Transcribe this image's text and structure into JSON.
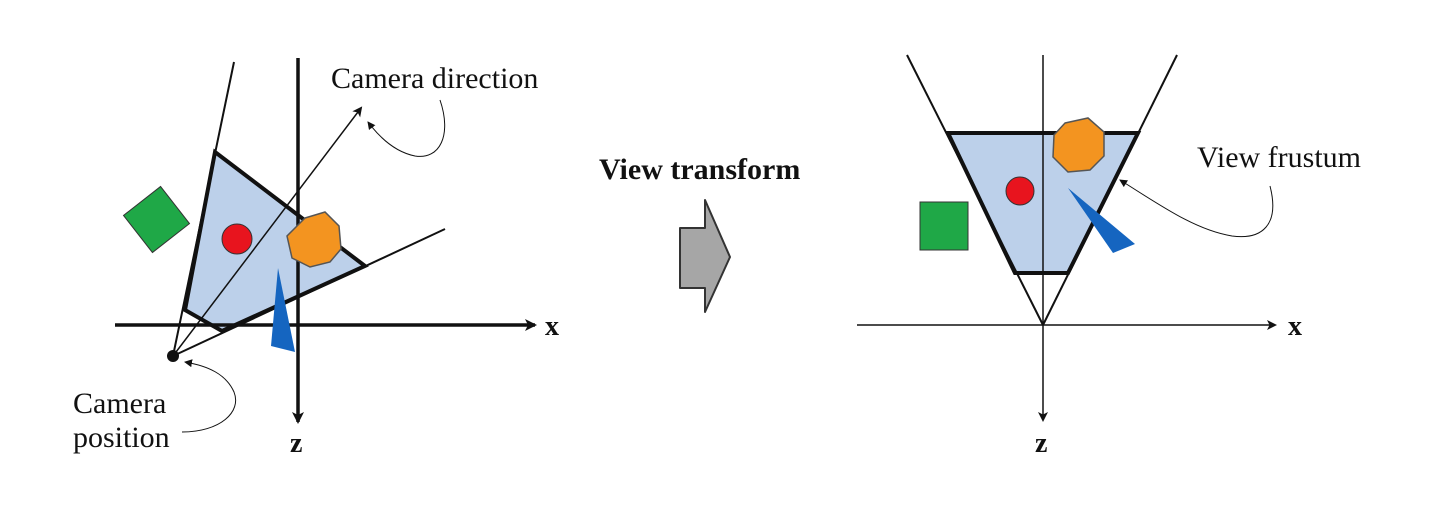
{
  "left_panel": {
    "camera_direction_label": "Camera direction",
    "camera_position_label_line1": "Camera",
    "camera_position_label_line2": "position",
    "axis_x_label": "x",
    "axis_z_label": "z"
  },
  "center": {
    "transform_label": "View transform"
  },
  "right_panel": {
    "frustum_label": "View frustum",
    "axis_x_label": "x",
    "axis_z_label": "z"
  },
  "colors": {
    "frustum_fill": "#bcd0ea",
    "red_circle": "#e8141e",
    "orange_octagon": "#f39420",
    "green_square": "#1fa847",
    "blue_triangle": "#1565c0",
    "arrow_gray": "#a6a6a6"
  }
}
